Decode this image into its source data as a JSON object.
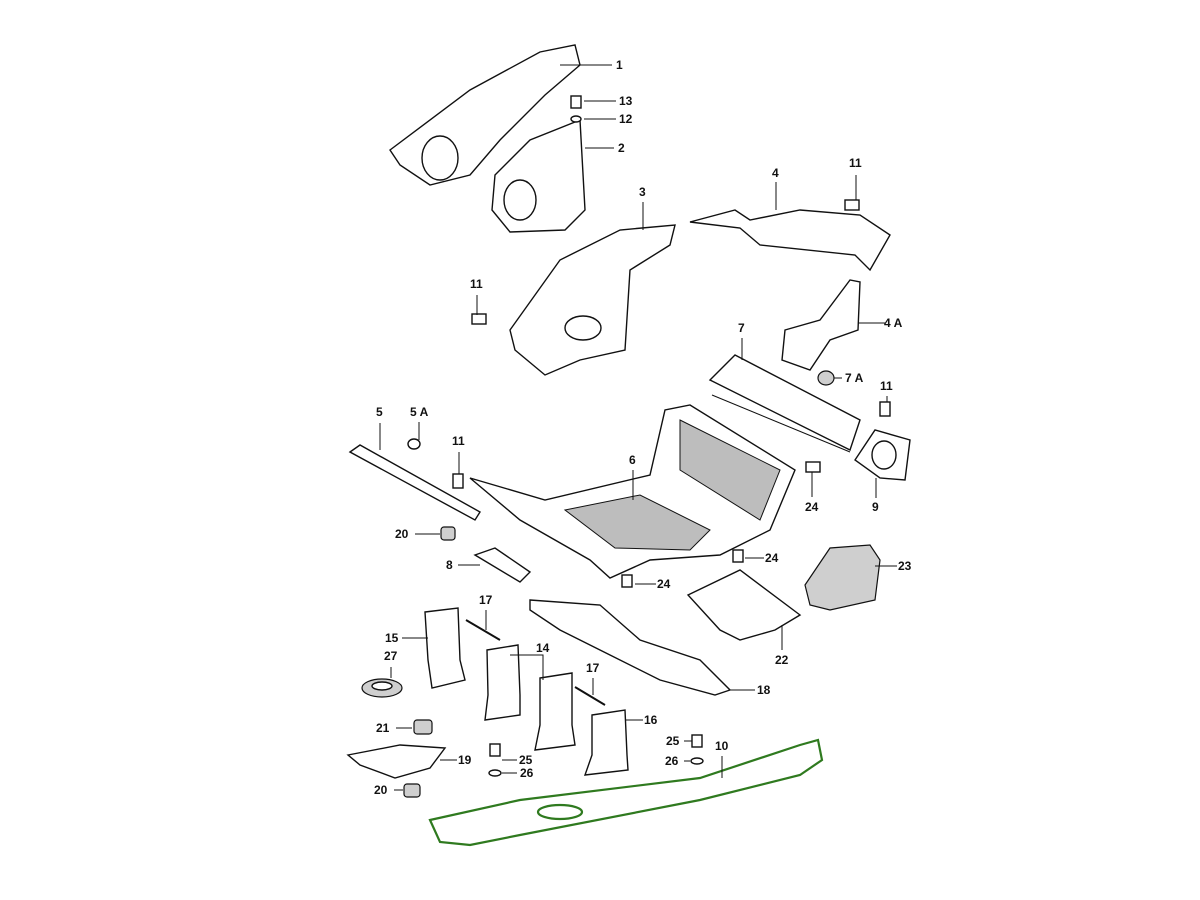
{
  "diagram": {
    "labels": [
      {
        "id": "l1",
        "text": "1"
      },
      {
        "id": "l13",
        "text": "13"
      },
      {
        "id": "l12",
        "text": "12"
      },
      {
        "id": "l2",
        "text": "2"
      },
      {
        "id": "l11a",
        "text": "11"
      },
      {
        "id": "l4",
        "text": "4"
      },
      {
        "id": "l3",
        "text": "3"
      },
      {
        "id": "l11b",
        "text": "11"
      },
      {
        "id": "l4A",
        "text": "4 A"
      },
      {
        "id": "l7",
        "text": "7"
      },
      {
        "id": "l7A",
        "text": "7 A"
      },
      {
        "id": "l11c",
        "text": "11"
      },
      {
        "id": "l5",
        "text": "5"
      },
      {
        "id": "l5A",
        "text": "5 A"
      },
      {
        "id": "l11d",
        "text": "11"
      },
      {
        "id": "l6",
        "text": "6"
      },
      {
        "id": "l24a",
        "text": "24"
      },
      {
        "id": "l9",
        "text": "9"
      },
      {
        "id": "l20a",
        "text": "20"
      },
      {
        "id": "l24b",
        "text": "24"
      },
      {
        "id": "l8",
        "text": "8"
      },
      {
        "id": "l24c",
        "text": "24"
      },
      {
        "id": "l23",
        "text": "23"
      },
      {
        "id": "l17a",
        "text": "17"
      },
      {
        "id": "l15",
        "text": "15"
      },
      {
        "id": "l14",
        "text": "14"
      },
      {
        "id": "l27",
        "text": "27"
      },
      {
        "id": "l22",
        "text": "22"
      },
      {
        "id": "l17b",
        "text": "17"
      },
      {
        "id": "l18",
        "text": "18"
      },
      {
        "id": "l16",
        "text": "16"
      },
      {
        "id": "l21",
        "text": "21"
      },
      {
        "id": "l25a",
        "text": "25"
      },
      {
        "id": "l10",
        "text": "10"
      },
      {
        "id": "l25b",
        "text": "25"
      },
      {
        "id": "l19",
        "text": "19"
      },
      {
        "id": "l26a",
        "text": "26"
      },
      {
        "id": "l26b",
        "text": "26"
      },
      {
        "id": "l20b",
        "text": "20"
      }
    ],
    "highlight_color": "#2f7a1f",
    "highlighted_part": "10"
  }
}
